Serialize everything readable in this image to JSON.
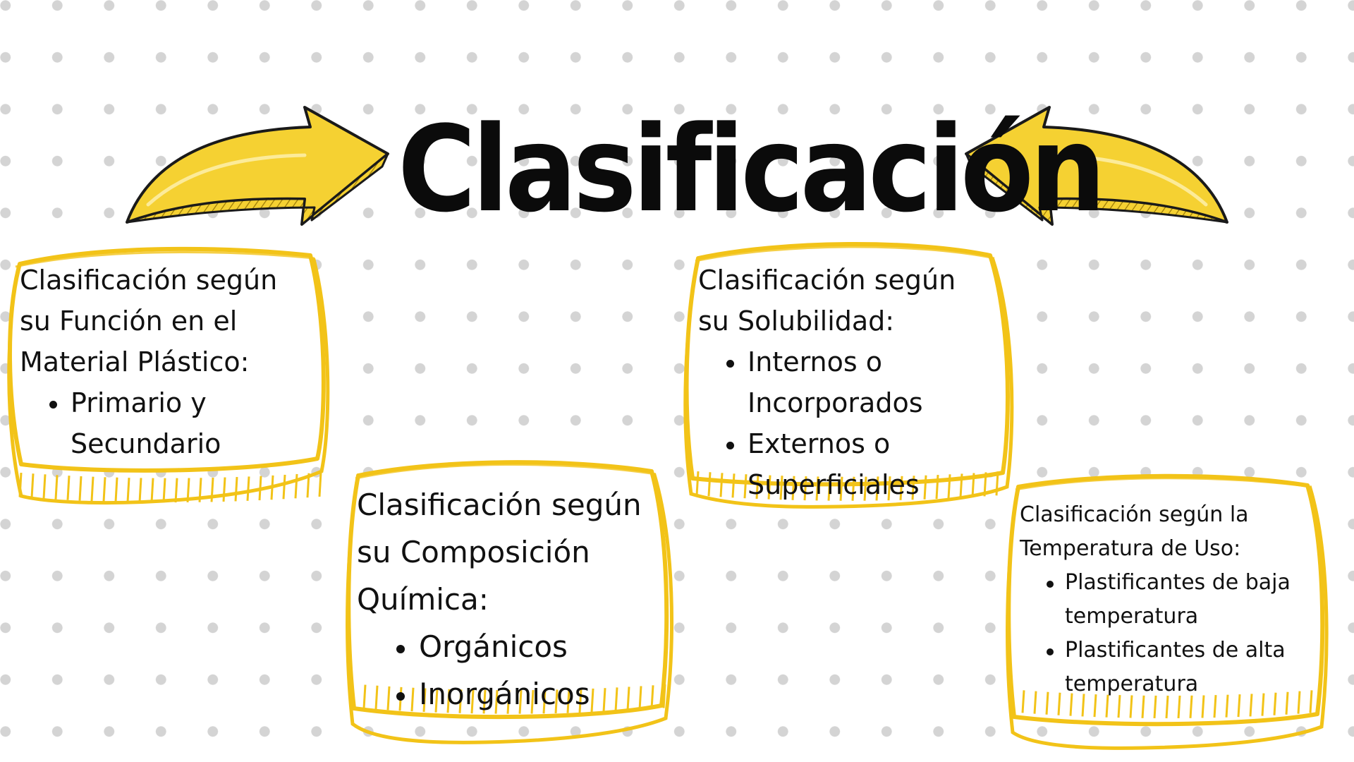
{
  "title": "Clasificación",
  "colors": {
    "accent_yellow": "#f5d132",
    "frame_yellow": "#f2c318",
    "text": "#111111",
    "dots": "#d4d4d4",
    "background": "#ffffff"
  },
  "icons": [
    "arrow-right-icon",
    "arrow-left-icon"
  ],
  "cards": [
    {
      "heading": "Clasificación según su Función en el Material Plástico:",
      "items": [
        "Primario y Secundario"
      ]
    },
    {
      "heading": "Clasificación según su Composición Química:",
      "items": [
        "Orgánicos",
        "Inorgánicos"
      ]
    },
    {
      "heading": "Clasificación según su Solubilidad:",
      "items": [
        "Internos o Incorporados",
        "Externos o Superficiales"
      ]
    },
    {
      "heading": "Clasificación según la Temperatura de Uso:",
      "items": [
        "Plastificantes de baja temperatura",
        "Plastificantes de alta temperatura"
      ]
    }
  ]
}
